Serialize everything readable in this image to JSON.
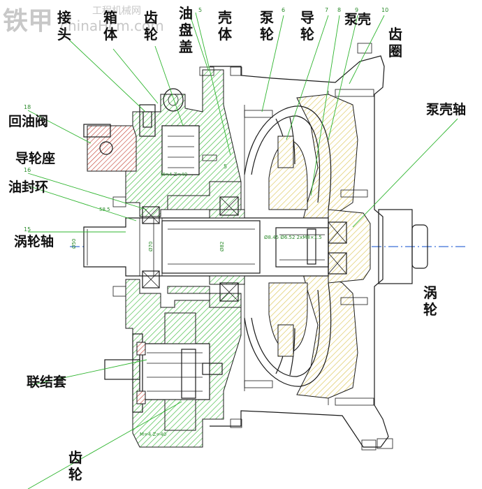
{
  "watermark": {
    "brand": "铁甲",
    "site": "工程机械网",
    "url": "chinaHcm.com"
  },
  "labels": {
    "joint": "接头",
    "box": "箱体",
    "gear_top": "齿轮",
    "oil_pan_cover": "油盘盖",
    "housing": "壳体",
    "pump_wheel": "泵轮",
    "guide_wheel": "导轮",
    "pump_shell": "泵壳",
    "ring_gear": "齿圈",
    "pump_shell_shaft": "泵壳轴",
    "oil_return_valve": "回油阀",
    "guide_wheel_seat": "导轮座",
    "oil_seal_ring": "油封环",
    "turbine_shaft": "涡轮轴",
    "turbine": "涡轮",
    "coupling_sleeve": "联结套",
    "gear_bottom": "齿轮"
  },
  "part_numbers": [
    "5",
    "6",
    "7",
    "8",
    "9",
    "10",
    "18",
    "16",
    "15",
    "5"
  ],
  "dimensions": {
    "gear_mid": "M=4  Z=40",
    "gear_bottom": "M=4  Z=40",
    "bore_a": "Ø50",
    "bore_b": "Ø70",
    "bore_c": "Ø82",
    "size": "58.5",
    "note": "Ø8.45 Ø6.52 2xM8×1.5"
  },
  "colors": {
    "green_hatch": "#2fb52f",
    "yellow_hatch": "#d9c24a",
    "red_hatch": "#c0392b",
    "centerline": "#3a6fd8",
    "leader": "#2fb52f"
  }
}
